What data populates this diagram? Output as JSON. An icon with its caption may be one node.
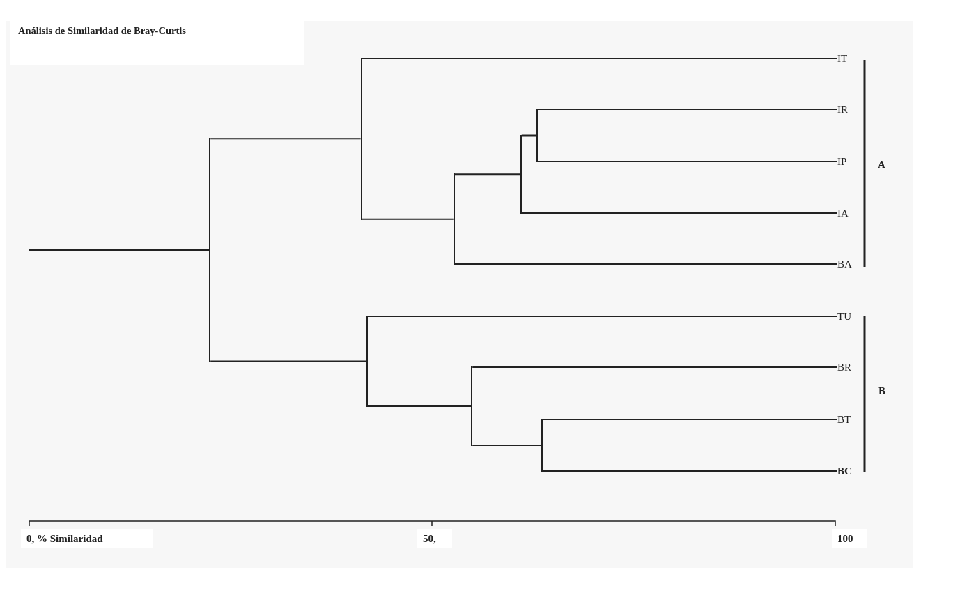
{
  "diagram": {
    "title": "Análisis de Similaridad de Bray-Curtis",
    "nodes": [
      {
        "text": [
          "IT"
        ]
      },
      {
        "text": [
          "IR"
        ]
      },
      {
        "text": [
          "IP"
        ]
      },
      {
        "text": [
          "IA"
        ]
      },
      {
        "text": [
          "BA"
        ]
      },
      {
        "text": [
          "TU"
        ]
      },
      {
        "text": [
          "BR"
        ]
      },
      {
        "text": [
          "BT"
        ]
      },
      {
        "text": [
          "BC"
        ]
      },
      {
        "text": [],
        "shape": "bar"
      },
      {
        "text": [],
        "shape": "bar"
      },
      {
        "text": [],
        "shape": "bar"
      },
      {
        "text": [],
        "shape": "bar"
      },
      {
        "text": [],
        "shape": "bar"
      },
      {
        "text": [],
        "shape": "bar"
      },
      {
        "text": [],
        "shape": "bar"
      },
      {
        "text": [],
        "shape": "bar"
      }
    ],
    "edges": [
      {
        "from": null,
        "to": 9,
        "arrow": "none"
      },
      {
        "from": 9,
        "to": 10,
        "arrow": "none"
      },
      {
        "from": 9,
        "to": 14,
        "arrow": "none"
      },
      {
        "from": 10,
        "to": 0,
        "arrow": "none"
      },
      {
        "from": 10,
        "to": 11,
        "arrow": "none"
      },
      {
        "from": 11,
        "to": 12,
        "arrow": "none"
      },
      {
        "from": 11,
        "to": 4,
        "arrow": "none"
      },
      {
        "from": 12,
        "to": 13,
        "arrow": "none"
      },
      {
        "from": 12,
        "to": 3,
        "arrow": "none"
      },
      {
        "from": 13,
        "to": 1,
        "arrow": "none"
      },
      {
        "from": 13,
        "to": 2,
        "arrow": "none"
      },
      {
        "from": 14,
        "to": 5,
        "arrow": "none"
      },
      {
        "from": 14,
        "to": 15,
        "arrow": "none"
      },
      {
        "from": 15,
        "to": 6,
        "arrow": "none"
      },
      {
        "from": 15,
        "to": 16,
        "arrow": "none"
      },
      {
        "from": 16,
        "to": 7,
        "arrow": "none"
      },
      {
        "from": 16,
        "to": 8,
        "arrow": "none"
      }
    ],
    "labels": [
      "A",
      "B",
      "0, % Similaridad",
      "50,",
      "100"
    ]
  }
}
